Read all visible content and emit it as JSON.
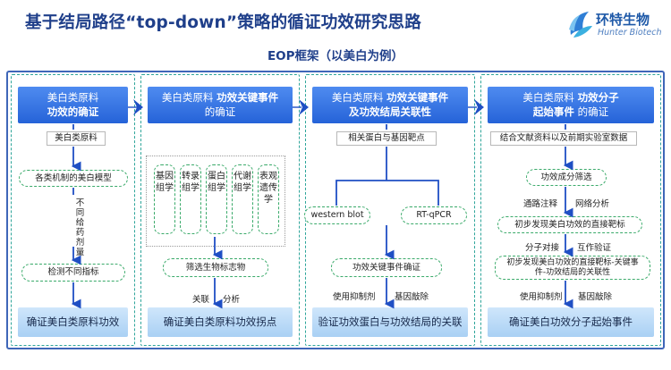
{
  "title": "基于结局路径“top-down”策略的循证功效研究思路",
  "subtitle": "EOP框架（以美白为例）",
  "logo": {
    "name": "环特生物",
    "en": "Hunter Biotech"
  },
  "colors": {
    "frame": "#3f66b8",
    "panel_border": "#2ea59a",
    "header_blue": "#2563d8",
    "result_blue": "#a9d0f4",
    "arrow_blue": "#1f4fc4"
  },
  "col1": {
    "header_l1": "美白类原料",
    "header_l2": "功效的确证",
    "box_top": "美白类原料",
    "pill_model": "各类机制的美白模型",
    "side_label": "不同给药剂量",
    "pill_indicator": "检测不同指标",
    "result": "确证美白类原料功效"
  },
  "col2": {
    "header_a": "美白类原料",
    "header_b": "功效关键事件",
    "header_c": "的确证",
    "vboxes": [
      "基因组学",
      "转录组学",
      "蛋白组学",
      "代谢组学",
      "表观遗传学"
    ],
    "pill_screen": "筛选生物标志物",
    "label_assoc": "关联",
    "label_analysis": "分析",
    "result": "确证美白类原料功效拐点"
  },
  "col3": {
    "header_a": "美白类原料",
    "header_b": "功效关键事件",
    "header_c": "及功效结局关联性",
    "box_top": "相关蛋白与基因靶点",
    "pill_wb": "western blot",
    "pill_pcr": "RT-qPCR",
    "pill_confirm": "功效关键事件确证",
    "label_inhibit": "使用抑制剂",
    "label_knock": "基因敲除",
    "result": "验证功效蛋白与功效结局的关联"
  },
  "col4": {
    "header_a": "美白类原料",
    "header_b": "功效分子",
    "header_c": "起始事件",
    "header_d": "的确证",
    "box_top": "结合文献资料以及前期实验室数据",
    "pill_screen": "功效成分筛选",
    "label_path": "通路注释",
    "label_network": "网络分析",
    "pill_target": "初步发现美白功效的直接靶标",
    "label_dock": "分子对接",
    "label_verify": "互作验证",
    "pill_relation_l1": "初步发现美白功效的直接靶标-关键事",
    "pill_relation_l2": "件-功效结局的关联性",
    "label_inhibit": "使用抑制剂",
    "label_knock": "基因敲除",
    "result": "确证美白功效分子起始事件"
  }
}
